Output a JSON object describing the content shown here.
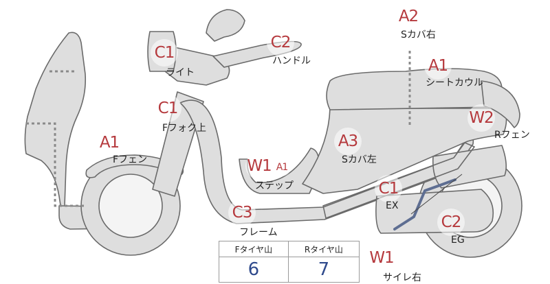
{
  "colors": {
    "body_fill": "#dedede",
    "body_stroke": "#6a6a6a",
    "accent": "#b5393d",
    "label": "#222222",
    "table_value": "#2f4a8c"
  },
  "callouts": [
    {
      "code": "C1",
      "part": "ライト"
    },
    {
      "code": "C2",
      "part": "ハンドル"
    },
    {
      "code": "A2",
      "part": "Sカバ右"
    },
    {
      "code": "A1",
      "part": "シートカウル"
    },
    {
      "code": "W2",
      "part": "Rフェン"
    },
    {
      "code": "C1",
      "part": "Fフォク上"
    },
    {
      "code": "A1",
      "part": "Fフェン"
    },
    {
      "code": "A3",
      "part": "Sカバ左"
    },
    {
      "code": "W1",
      "code2": "A1",
      "part": "ステップ"
    },
    {
      "code": "C1",
      "part": "EX"
    },
    {
      "code": "C2",
      "part": "EG"
    },
    {
      "code": "C3",
      "part": "フレーム"
    },
    {
      "code": "W1",
      "part": "サイレ右"
    }
  ],
  "tire_table": {
    "headers": [
      "Fタイヤ山",
      "Rタイヤ山"
    ],
    "values": [
      "6",
      "7"
    ]
  }
}
